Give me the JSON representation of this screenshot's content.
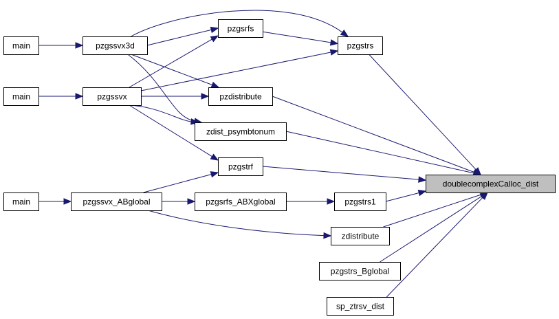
{
  "colors": {
    "edge": "#191970",
    "target_fill": "#bfbfbf",
    "node_fill": "#ffffff",
    "node_border": "#000000"
  },
  "nodes": {
    "main1": "main",
    "main2": "main",
    "main3": "main",
    "pzgssvx3d": "pzgssvx3d",
    "pzgssvx": "pzgssvx",
    "pzgssvx_ABglobal": "pzgssvx_ABglobal",
    "pzgsrfs": "pzgsrfs",
    "pzgstrs": "pzgstrs",
    "pzdistribute": "pzdistribute",
    "zdist_psymbtonum": "zdist_psymbtonum",
    "pzgstrf": "pzgstrf",
    "pzgsrfs_ABXglobal": "pzgsrfs_ABXglobal",
    "pzgstrs1": "pzgstrs1",
    "zdistribute": "zdistribute",
    "pzgstrs_Bglobal": "pzgstrs_Bglobal",
    "sp_ztrsv_dist": "sp_ztrsv_dist",
    "target": "doublecomplexCalloc_dist"
  },
  "edges": [
    [
      "main1",
      "pzgssvx3d"
    ],
    [
      "main2",
      "pzgssvx"
    ],
    [
      "main3",
      "pzgssvx_ABglobal"
    ],
    [
      "pzgssvx3d",
      "pzgsrfs"
    ],
    [
      "pzgssvx3d",
      "pzgstrs"
    ],
    [
      "pzgssvx3d",
      "pzdistribute"
    ],
    [
      "pzgssvx3d",
      "zdist_psymbtonum"
    ],
    [
      "pzgssvx",
      "pzgsrfs"
    ],
    [
      "pzgssvx",
      "pzgstrs"
    ],
    [
      "pzgssvx",
      "pzdistribute"
    ],
    [
      "pzgssvx",
      "zdist_psymbtonum"
    ],
    [
      "pzgssvx",
      "pzgstrf"
    ],
    [
      "pzgssvx_ABglobal",
      "pzgstrf"
    ],
    [
      "pzgssvx_ABglobal",
      "pzgsrfs_ABXglobal"
    ],
    [
      "pzgssvx_ABglobal",
      "zdistribute"
    ],
    [
      "pzgsrfs",
      "pzgstrs"
    ],
    [
      "pzgsrfs_ABXglobal",
      "pzgstrs1"
    ],
    [
      "pzgstrs",
      "target"
    ],
    [
      "pzdistribute",
      "target"
    ],
    [
      "zdist_psymbtonum",
      "target"
    ],
    [
      "pzgstrf",
      "target"
    ],
    [
      "pzgstrs1",
      "target"
    ],
    [
      "zdistribute",
      "target"
    ],
    [
      "pzgstrs_Bglobal",
      "target"
    ],
    [
      "sp_ztrsv_dist",
      "target"
    ]
  ]
}
